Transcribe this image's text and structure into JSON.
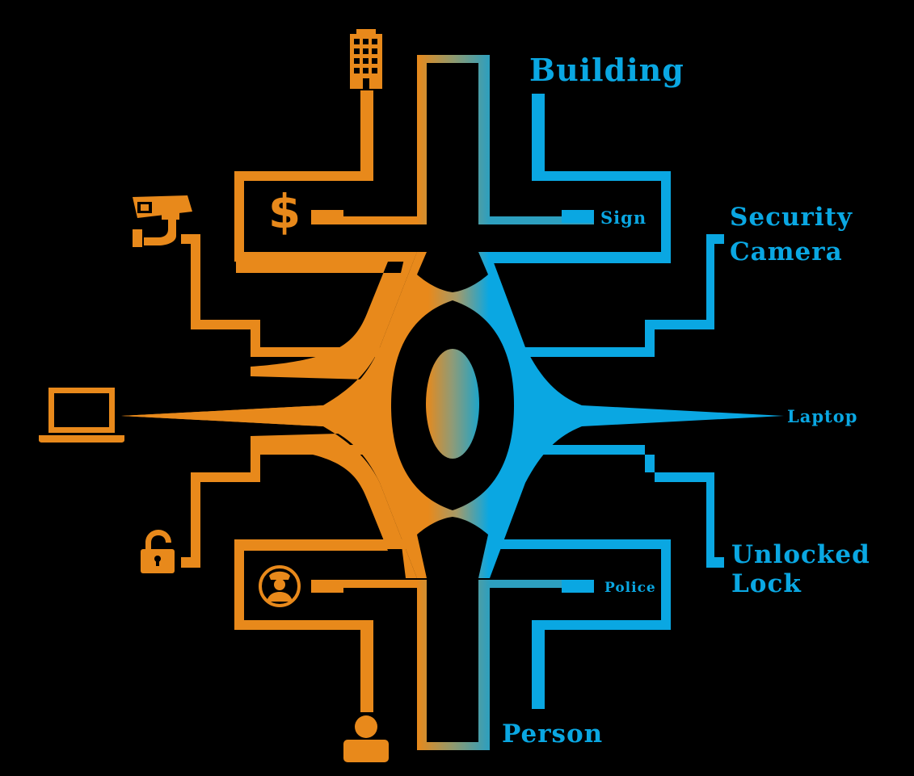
{
  "labels": {
    "building": "Building",
    "sign": "Sign",
    "security_camera_1": "Security",
    "security_camera_2": "Camera",
    "laptop": "Laptop",
    "unlocked_lock_1": "Unlocked",
    "unlocked_lock_2": "Lock",
    "police": "Police",
    "person": "Person"
  },
  "icons": {
    "left_column": [
      "building-icon",
      "dollar-icon",
      "security-camera-icon",
      "laptop-icon",
      "unlocked-lock-icon",
      "police-icon",
      "person-icon"
    ]
  },
  "colors": {
    "background": "#000000",
    "orange": "#e8891b",
    "blue": "#0aa7e2",
    "gradient_mid": "#2f9fb3"
  }
}
